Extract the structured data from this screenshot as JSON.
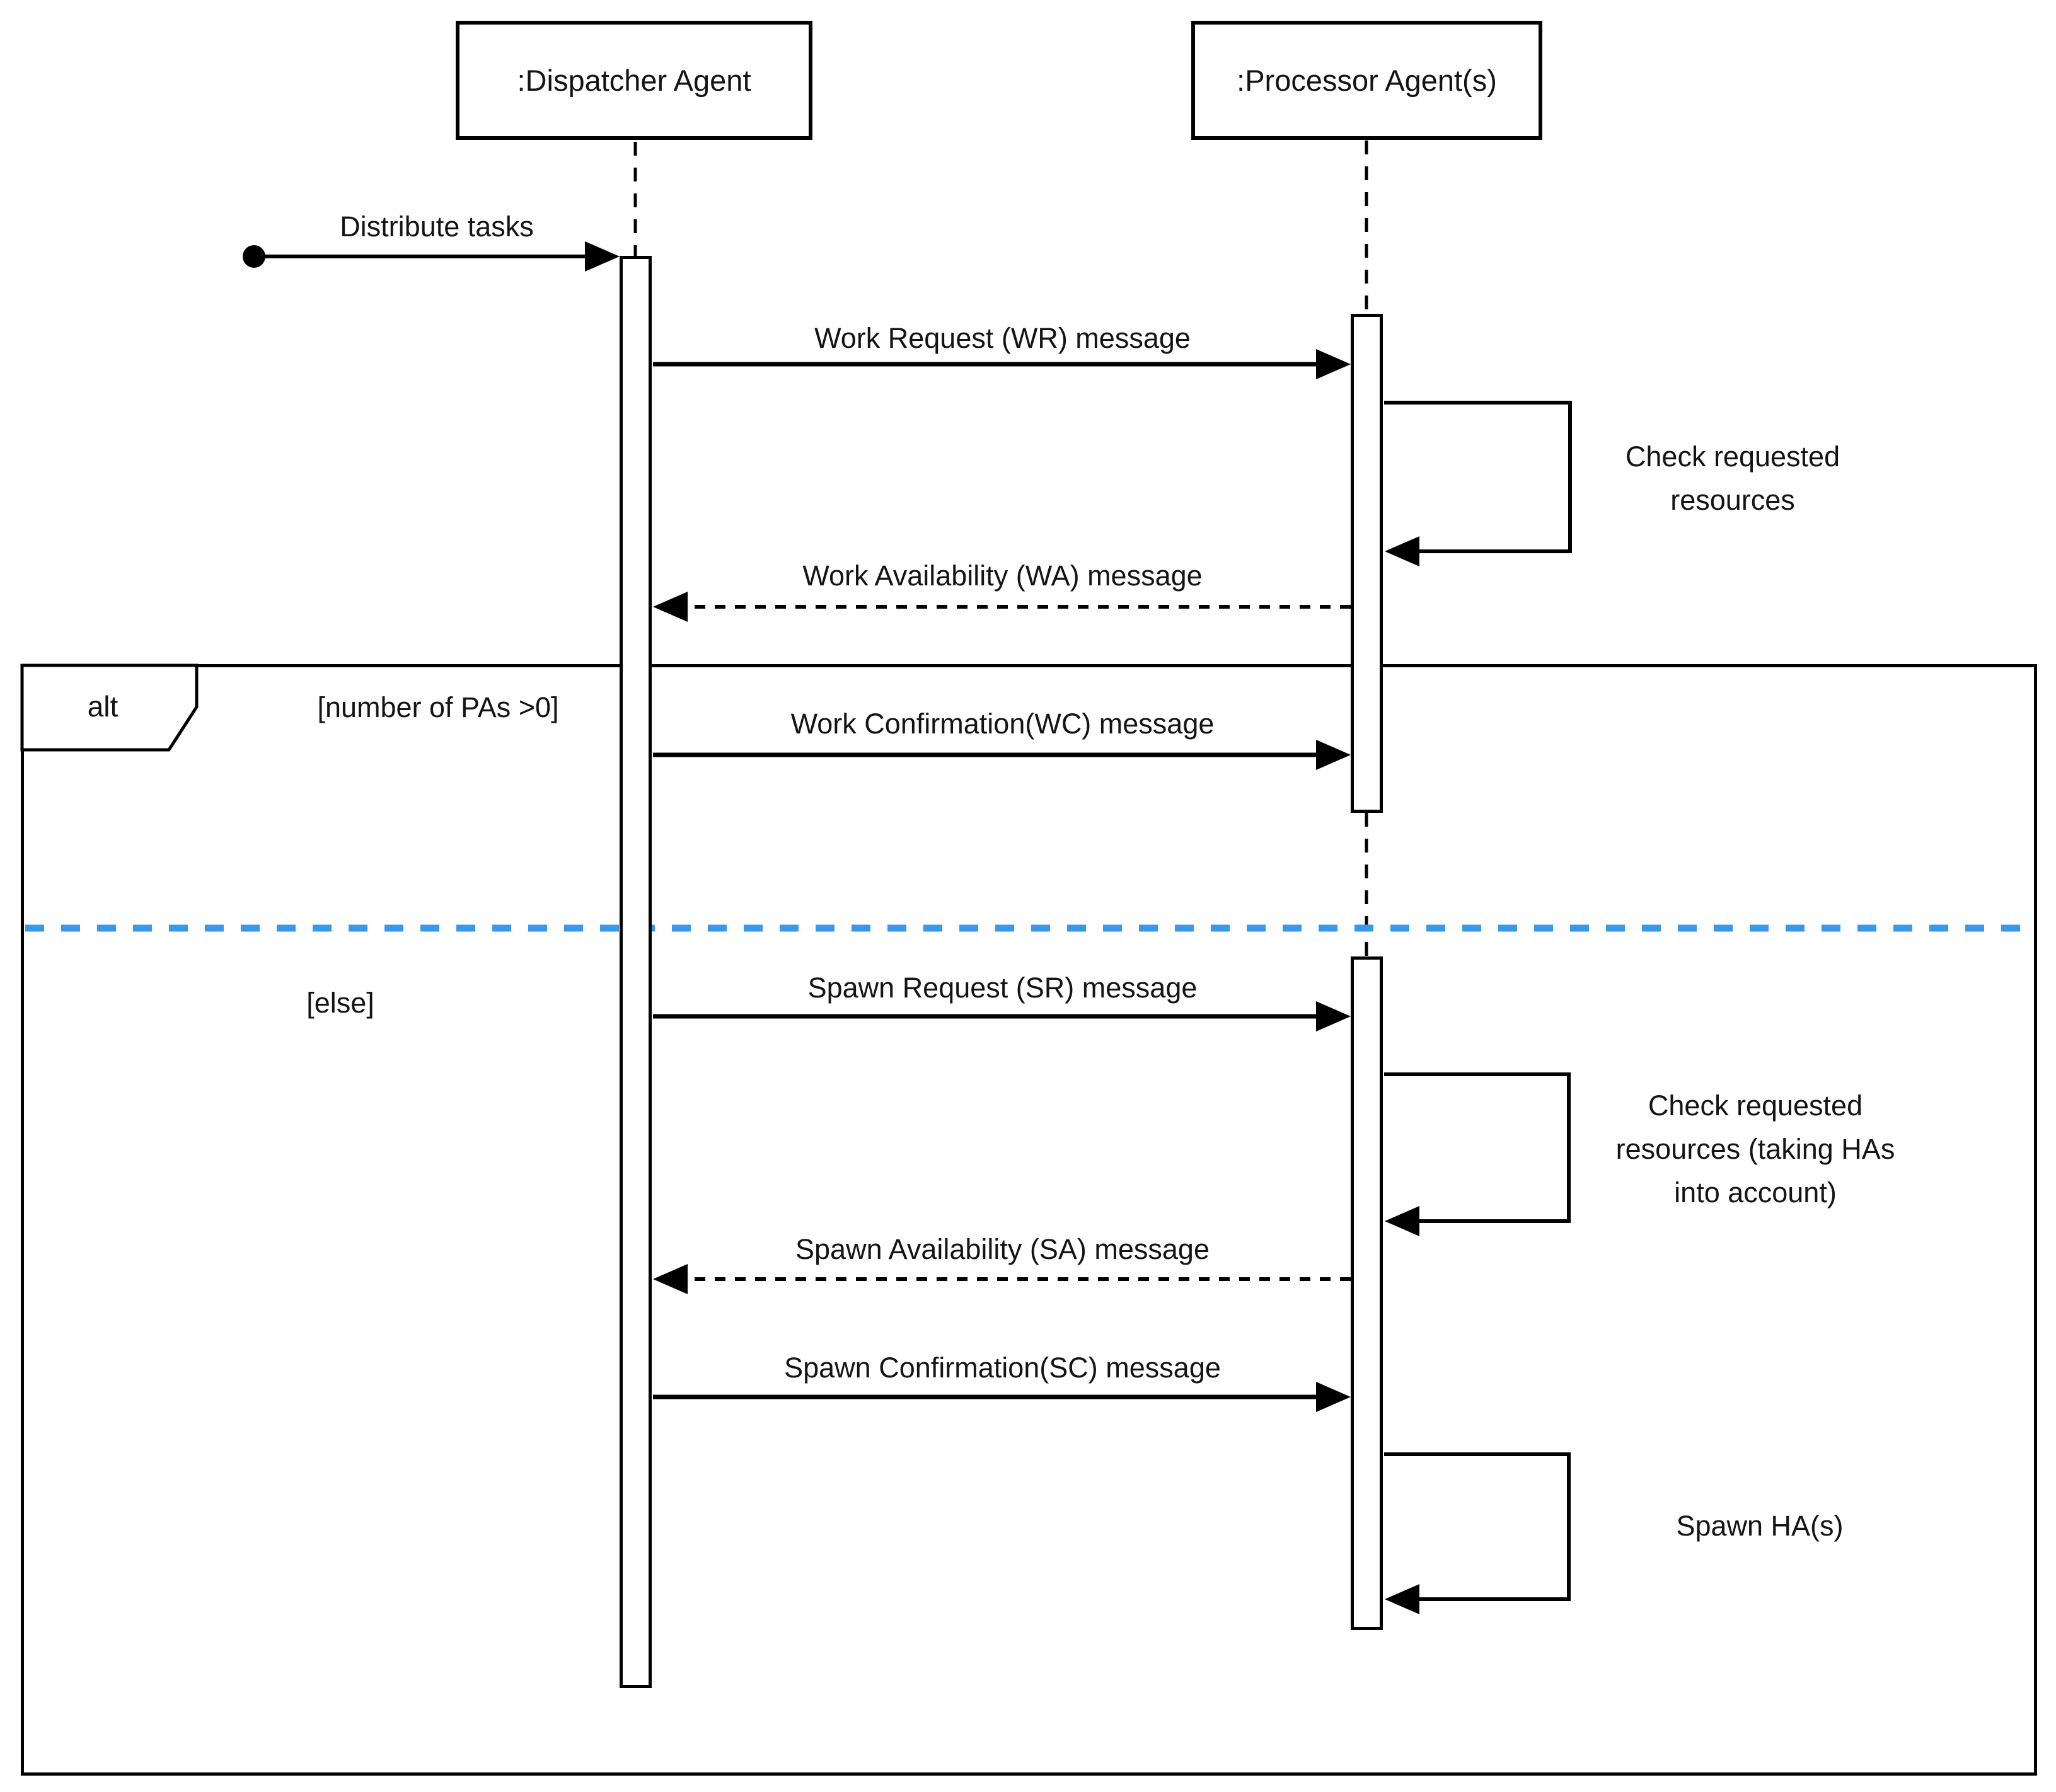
{
  "diagram": {
    "type": "uml-sequence-diagram",
    "actors": [
      {
        "id": "dispatcher",
        "label": ":Dispatcher Agent"
      },
      {
        "id": "processor",
        "label": ":Processor Agent(s)"
      }
    ],
    "frame": {
      "operator": "alt",
      "guard_top": "[number of PAs >0]",
      "guard_bottom": "[else]"
    },
    "messages": [
      {
        "kind": "found-sync",
        "from": "start",
        "to": "dispatcher",
        "label": "Distribute tasks"
      },
      {
        "kind": "sync",
        "from": "dispatcher",
        "to": "processor",
        "label": "Work Request (WR) message"
      },
      {
        "kind": "self",
        "on": "processor",
        "lines": [
          "Check requested",
          "resources"
        ]
      },
      {
        "kind": "return-dashed",
        "from": "processor",
        "to": "dispatcher",
        "label": "Work Availability (WA) message"
      },
      {
        "kind": "sync",
        "from": "dispatcher",
        "to": "processor",
        "label": "Work Confirmation(WC) message"
      },
      {
        "kind": "sync",
        "from": "dispatcher",
        "to": "processor",
        "label": "Spawn Request (SR) message"
      },
      {
        "kind": "self",
        "on": "processor",
        "lines": [
          "Check requested",
          "resources (taking HAs",
          "into account)"
        ]
      },
      {
        "kind": "return-dashed",
        "from": "processor",
        "to": "dispatcher",
        "label": "Spawn Availability (SA) message"
      },
      {
        "kind": "sync",
        "from": "dispatcher",
        "to": "processor",
        "label": "Spawn Confirmation(SC) message"
      },
      {
        "kind": "self",
        "on": "processor",
        "lines": [
          "Spawn HA(s)"
        ]
      }
    ],
    "colors": {
      "line": "#000000",
      "divider_blue": "#3898ec",
      "background": "#ffffff"
    }
  }
}
